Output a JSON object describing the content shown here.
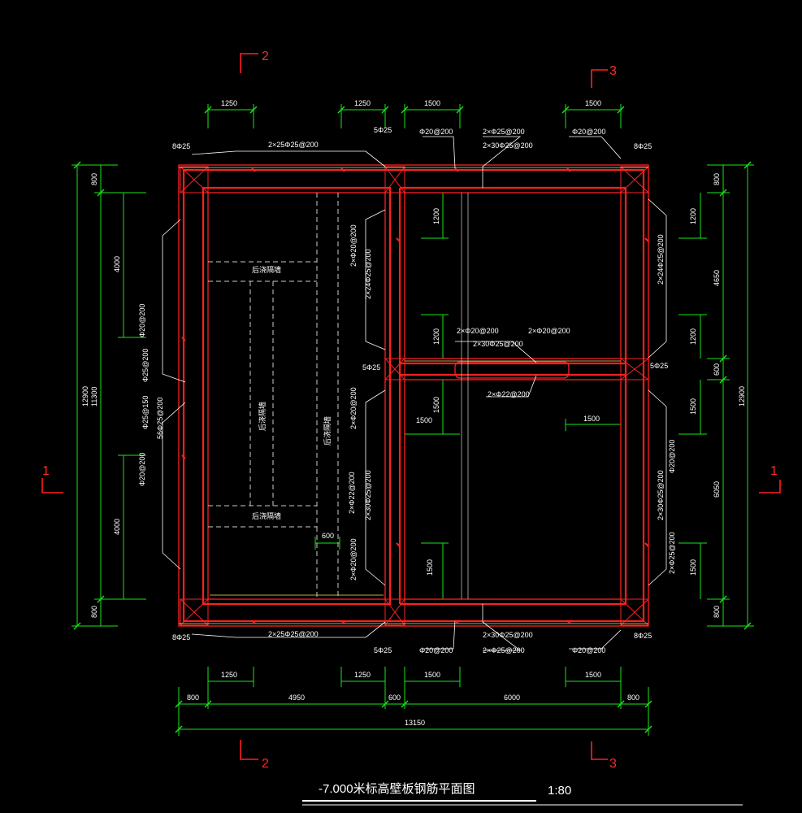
{
  "drawing": {
    "title": "-7.000米标高壁板钢筋平面图",
    "scale": "1:80",
    "colors": {
      "background": "#000000",
      "wall": "#ff2020",
      "rebar": "#ff2020",
      "dimension": "#19e619",
      "annotation": "#ffffff",
      "centerline": "#ffff66"
    }
  },
  "section_marks": {
    "s1": "1",
    "s2": "2",
    "s3": "3"
  },
  "dims": {
    "top_1250_a": "1250",
    "top_1250_b": "1250",
    "top_1500_a": "1500",
    "top_1500_b": "1500",
    "bot_1250_a": "1250",
    "bot_1250_b": "1250",
    "bot_1500_a": "1500",
    "bot_1500_b": "1500",
    "bot_800_l": "800",
    "bot_4950": "4950",
    "bot_600": "600",
    "bot_6000": "6000",
    "bot_800_r": "800",
    "total_13150": "13150",
    "left_12900": "12900",
    "left_11300": "11300",
    "left_800_t": "800",
    "left_4000_t": "4000",
    "left_4000_b": "4000",
    "left_800_b": "800",
    "right_12900": "12900",
    "right_800_t": "800",
    "right_1200_a": "1200",
    "right_4650": "4650",
    "right_1200_b": "1200",
    "right_600": "600",
    "right_1500_a": "1500",
    "right_6050": "6050",
    "right_1500_b": "1500",
    "right_800_b": "800",
    "in_1200_a": "1200",
    "in_1200_b": "1200",
    "in_1500_a": "1500",
    "in_1500_b": "1500",
    "in_1500_c": "1500",
    "in_1500_d": "1500",
    "in_600": "600"
  },
  "notes": {
    "tl_8d25": "8Φ25",
    "top_2x25": "2×25Φ25@200",
    "top_5d25": "5Φ25",
    "top_d20_l": "Φ20@200",
    "top_2x25b": "2×Φ25@200",
    "top_2x30": "2×30Φ25@200",
    "top_d20_r": "Φ20@200",
    "tr_8d25": "8Φ25",
    "bl_8d25": "8Φ25",
    "bot_2x25": "2×25Φ25@200",
    "bot_5d25": "5Φ25",
    "bot_2x30": "2×30Φ25@200",
    "bot_d20_l": "Φ20@200",
    "bot_2x25b": "2×Φ25@200",
    "bot_d20_r": "Φ20@200",
    "br_8d25": "8Φ25",
    "mid_5d25_l": "5Φ25",
    "mid_5d25_r": "5Φ25",
    "mid_2x20_a": "2×Φ20@200",
    "mid_2x20_b": "2×Φ20@200",
    "mid_2x30": "2×30Φ25@200",
    "mid_2x22": "2×Φ22@200",
    "left_d20_a": "Φ20@200",
    "left_d25_a": "Φ25@200",
    "left_d25_b": "Φ25@150",
    "left_56": "56Φ25@200",
    "left_d20_b": "Φ20@200",
    "v_2x20_a": "2×Φ20@200",
    "v_2x24": "2×24Φ25@200",
    "v_2x20_b": "2×Φ20@200",
    "v_2x22": "2×Φ22@200",
    "v_2x30": "2×30Φ25@200",
    "v_2x20_c": "2×Φ20@200",
    "r_2x24": "2×24Φ25@200",
    "r_d20": "Φ20@200",
    "r_2x30": "2×30Φ25@200",
    "r_2x25": "2×Φ25@200",
    "hatch_1": "后浇隔墙",
    "hatch_2": "后浇隔墙",
    "hatch_3": "后浇隔墙",
    "hatch_4": "后浇隔墙"
  }
}
